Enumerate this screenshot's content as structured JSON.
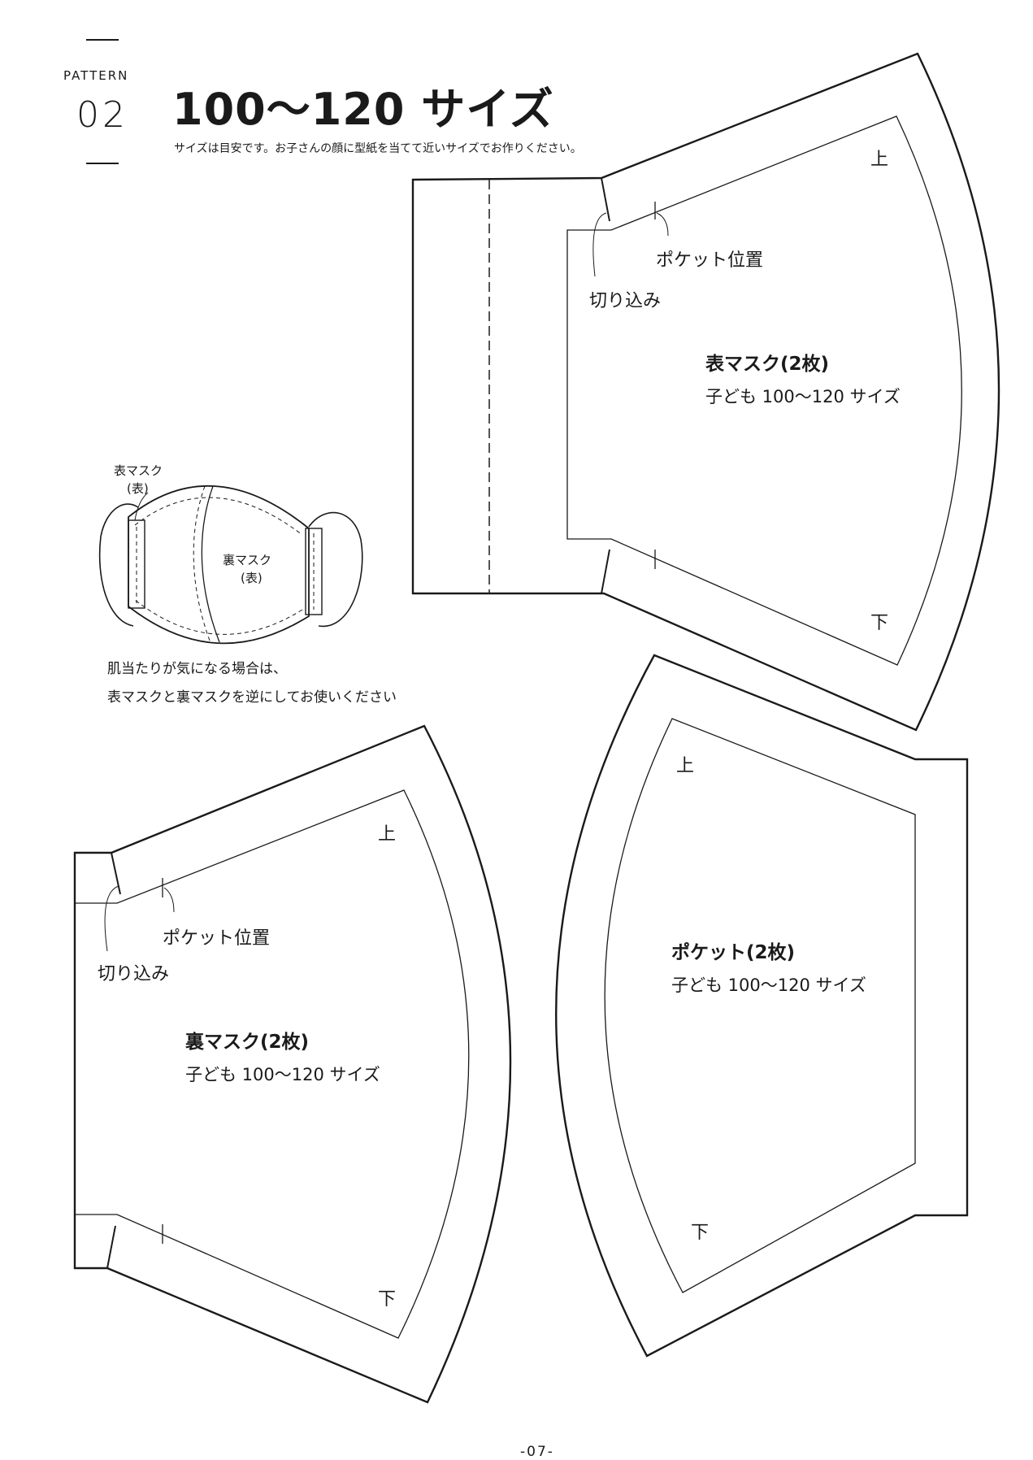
{
  "header": {
    "pattern_label": "PATTERN",
    "pattern_number": "02",
    "title": "100〜120 サイズ",
    "note": "サイズは目安です。お子さんの顔に型紙を当てて近いサイズでお作りください。"
  },
  "illustration": {
    "outer_label_line1": "表マスク",
    "outer_label_line2": "(表)",
    "inner_label_line1": "裏マスク",
    "inner_label_line2": "(表)",
    "comfort_note": "肌当たりが気になる場合は、\n表マスクと裏マスクを逆にしてお使いください"
  },
  "patterns": {
    "outer_mask": {
      "top_mark": "上",
      "bottom_mark": "下",
      "pocket_position_label": "ポケット位置",
      "notch_label": "切り込み",
      "name": "表マスク(2枚)",
      "size_label": "子ども 100〜120 サイズ"
    },
    "inner_mask": {
      "top_mark": "上",
      "bottom_mark": "下",
      "pocket_position_label": "ポケット位置",
      "notch_label": "切り込み",
      "name": "裏マスク(2枚)",
      "size_label": "子ども 100〜120 サイズ"
    },
    "pocket": {
      "top_mark": "上",
      "bottom_mark": "下",
      "name": "ポケット(2枚)",
      "size_label": "子ども 100〜120 サイズ"
    }
  },
  "footer": {
    "page_number": "-07-"
  }
}
